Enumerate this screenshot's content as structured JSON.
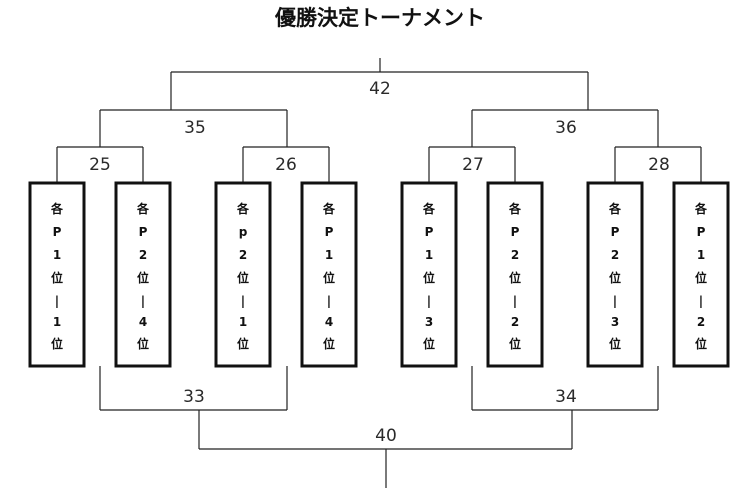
{
  "title": "優勝決定トーナメント",
  "upper": {
    "final": "42",
    "semis": [
      "35",
      "36"
    ],
    "firsts": [
      "25",
      "26",
      "27",
      "28"
    ]
  },
  "lower": {
    "final": "40",
    "semis": [
      "33",
      "34"
    ]
  },
  "seeds": [
    {
      "chars": [
        "各",
        "P",
        "1",
        "位",
        "|",
        "1",
        "位"
      ]
    },
    {
      "chars": [
        "各",
        "P",
        "2",
        "位",
        "|",
        "4",
        "位"
      ]
    },
    {
      "chars": [
        "各",
        "p",
        "2",
        "位",
        "|",
        "1",
        "位"
      ]
    },
    {
      "chars": [
        "各",
        "P",
        "1",
        "位",
        "|",
        "4",
        "位"
      ]
    },
    {
      "chars": [
        "各",
        "P",
        "1",
        "位",
        "|",
        "3",
        "位"
      ]
    },
    {
      "chars": [
        "各",
        "P",
        "2",
        "位",
        "|",
        "2",
        "位"
      ]
    },
    {
      "chars": [
        "各",
        "P",
        "2",
        "位",
        "|",
        "3",
        "位"
      ]
    },
    {
      "chars": [
        "各",
        "P",
        "1",
        "位",
        "|",
        "2",
        "位"
      ]
    }
  ]
}
